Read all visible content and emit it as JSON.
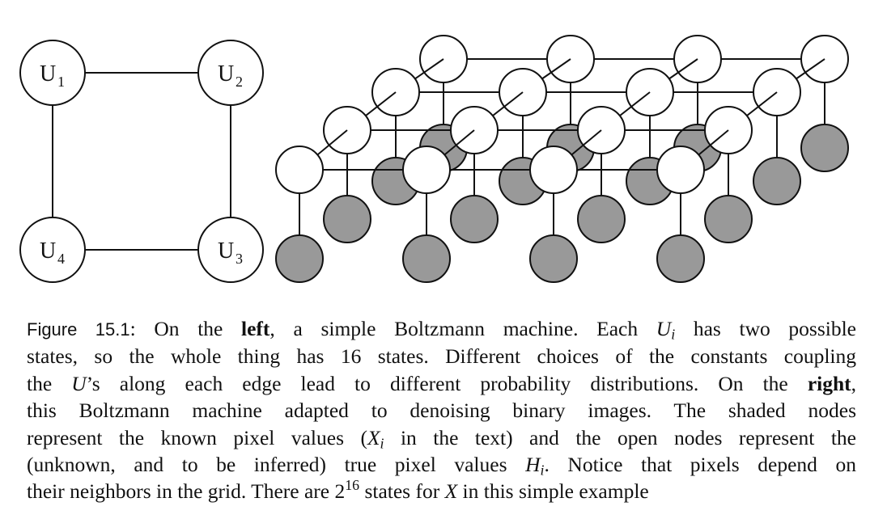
{
  "left_graph": {
    "nodes": [
      {
        "id": "U1",
        "letter": "U",
        "sub": "1"
      },
      {
        "id": "U2",
        "letter": "U",
        "sub": "2"
      },
      {
        "id": "U3",
        "letter": "U",
        "sub": "3"
      },
      {
        "id": "U4",
        "letter": "U",
        "sub": "4"
      }
    ],
    "edges": [
      [
        "U1",
        "U2"
      ],
      [
        "U2",
        "U3"
      ],
      [
        "U3",
        "U4"
      ],
      [
        "U4",
        "U1"
      ]
    ]
  },
  "right_graph": {
    "grid_rows": 4,
    "grid_cols": 4,
    "open_node_color": "#ffffff",
    "shaded_node_color": "#999999",
    "stroke_color": "#111111"
  },
  "caption": {
    "figure_label": "Figure 15.1",
    "l1_a": ": On the ",
    "l1_bold_left": "left",
    "l1_b": ", a simple Boltzmann machine.  Each ",
    "l1_var": "U",
    "l1_sub": "i",
    "l1_c": " has two possible",
    "l2": "states, so the whole thing has 16 states.  Different choices of the constants coupling",
    "l3_a": "the ",
    "l3_var": "U",
    "l3_b": "’s along each edge lead to different probability distributions.  On the ",
    "l3_bold_right": "right",
    "l3_c": ",",
    "l4": "this Boltzmann machine adapted to denoising binary images.  The shaded nodes",
    "l5_a": "represent the known pixel values (",
    "l5_var": "X",
    "l5_sub": "i",
    "l5_b": " in the text) and the open nodes represent the",
    "l6_a": "(unknown, and to be inferred) true pixel values ",
    "l6_var": "H",
    "l6_sub": "i",
    "l6_b": ".  Notice that pixels depend on",
    "l7_a": "their neighbors in the grid.  There are 2",
    "l7_sup": "16",
    "l7_b": " states for ",
    "l7_var": "X",
    "l7_c": " in this simple example"
  }
}
